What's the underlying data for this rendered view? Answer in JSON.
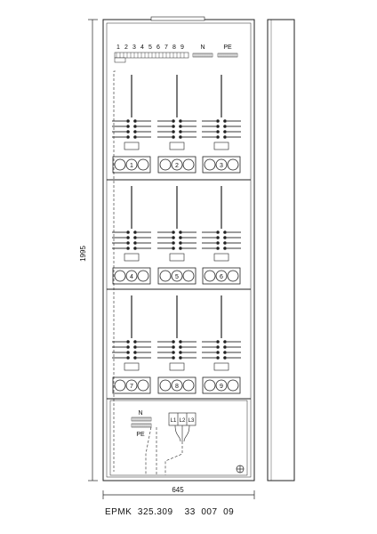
{
  "terminal_numbers": [
    "1",
    "2",
    "3",
    "4",
    "5",
    "6",
    "7",
    "8",
    "9"
  ],
  "neutral_label": "N",
  "protective_earth_label": "PE",
  "meter_positions": [
    "1",
    "2",
    "3",
    "4",
    "5",
    "6",
    "7",
    "8",
    "9"
  ],
  "phase_labels": [
    "L1",
    "L2",
    "L3"
  ],
  "height_dimension": "1995",
  "width_dimension": "645",
  "caption": "EPMK  325.309    33  007  09"
}
